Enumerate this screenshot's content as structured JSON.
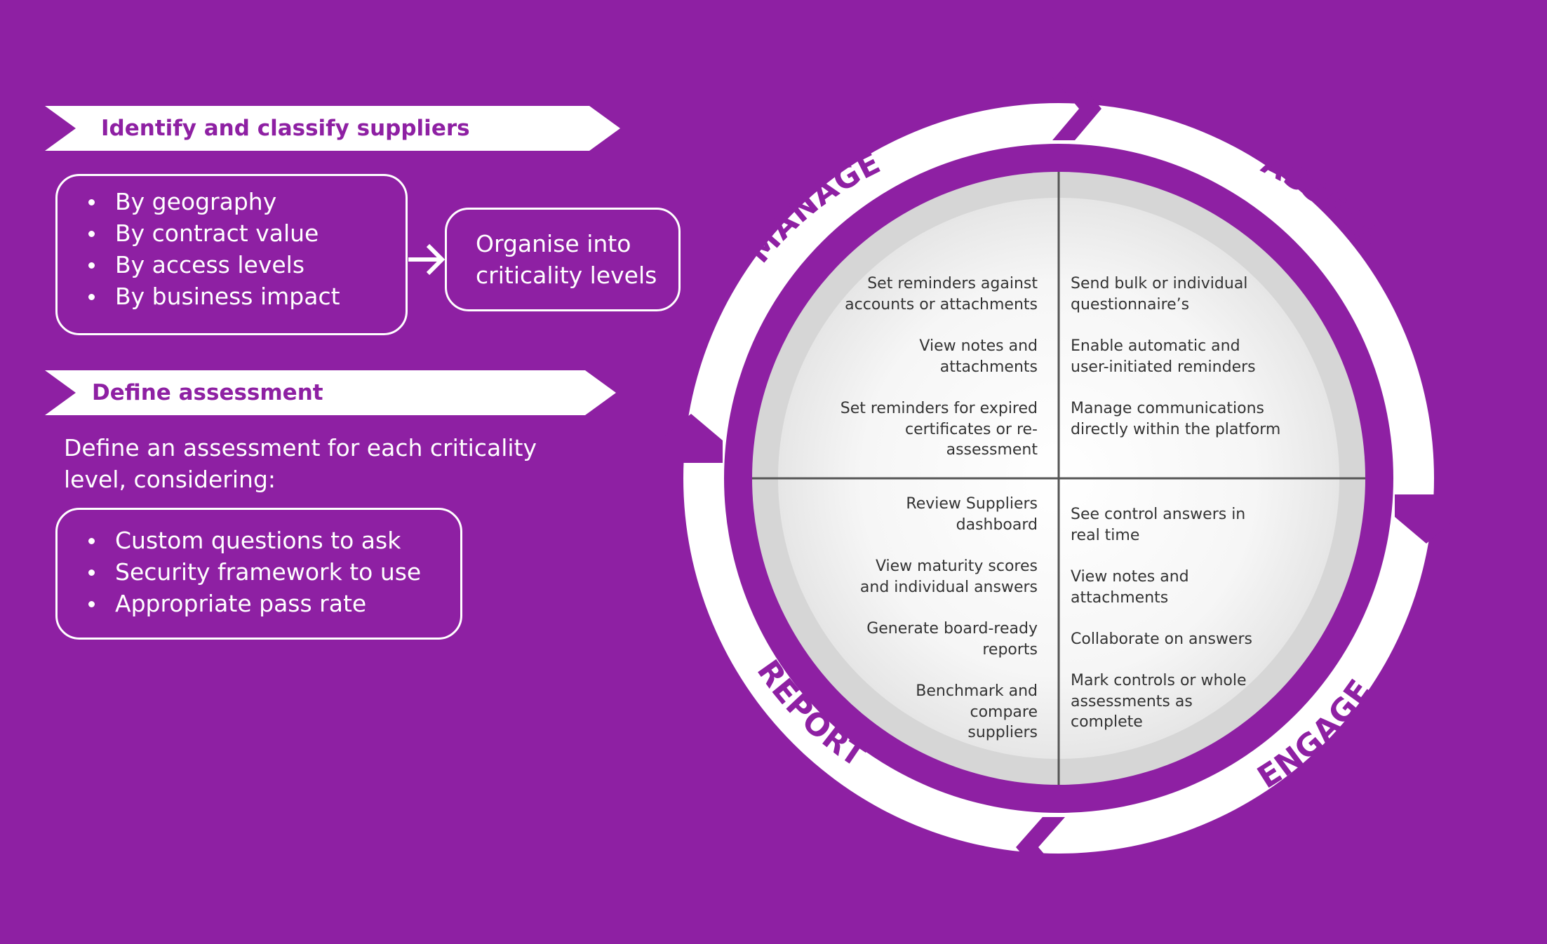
{
  "colors": {
    "background": "#8e20a3",
    "accent": "#8e20a3",
    "white": "#ffffff",
    "cell_text": "#333333"
  },
  "identify": {
    "title": "Identify and classify suppliers",
    "items": [
      "By geography",
      "By contract value",
      "By access levels",
      "By business impact"
    ],
    "result": "Organise into criticality levels"
  },
  "define": {
    "title": "Define assessment",
    "intro_line1": "Define an assessment for each criticality",
    "intro_line2": "level, considering:",
    "items": [
      "Custom questions to ask",
      "Security framework to use",
      "Appropriate pass rate"
    ]
  },
  "cycle": {
    "phases": {
      "manage": "MANAGE",
      "assess": "ASSESS",
      "engage": "ENGAGE",
      "report": "REPORT"
    },
    "manage_items": [
      "Set reminders against accounts or attachments",
      "View notes and attachments",
      "Set reminders for expired certificates or re-assessment"
    ],
    "assess_items": [
      "Send bulk or individual questionnaire’s",
      "Enable automatic and user-initiated reminders",
      "Manage communications directly within the platform"
    ],
    "report_items": [
      "Review Suppliers dashboard",
      "View maturity scores and individual answers",
      "Generate board-ready reports",
      "Benchmark and compare suppliers"
    ],
    "engage_items": [
      "See control answers in real time",
      "View notes and attachments",
      "Collaborate on answers",
      "Mark controls or whole assessments as complete"
    ]
  }
}
